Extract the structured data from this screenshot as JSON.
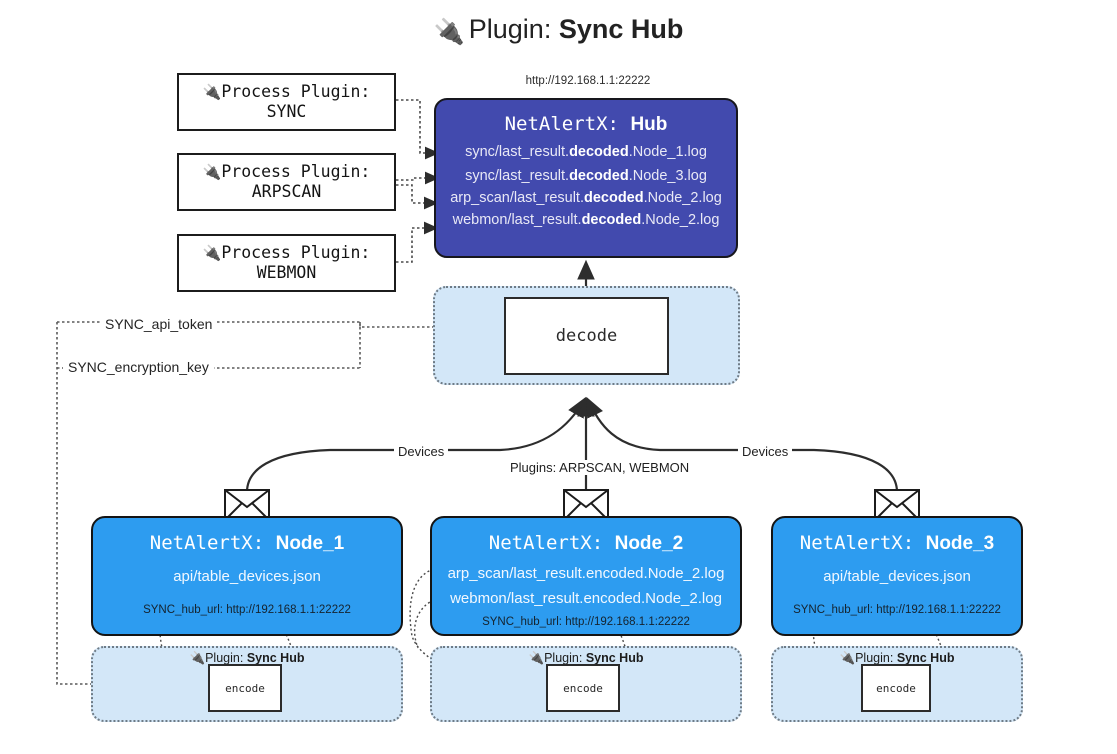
{
  "page": {
    "title_prefix": "Plugin:",
    "title_name": "Sync Hub",
    "plug_icon": "plug-icon",
    "hub_url": "http://192.168.1.1:22222"
  },
  "process_plugins": [
    {
      "line1": "Process Plugin:",
      "line2": "SYNC"
    },
    {
      "line1": "Process Plugin:",
      "line2": "ARPSCAN"
    },
    {
      "line1": "Process Plugin:",
      "line2": "WEBMON"
    }
  ],
  "hub": {
    "title_prefix": "NetAlertX:",
    "title_name": "Hub",
    "logs": [
      {
        "pre": "sync/last_result.",
        "mid": "decoded",
        "post": ".Node_1.log"
      },
      {
        "pre": "sync/last_result.",
        "mid": "decoded",
        "post": ".Node_3.log"
      },
      {
        "pre": "arp_scan/last_result.",
        "mid": "decoded",
        "post": ".Node_2.log"
      },
      {
        "pre": "webmon/last_result.",
        "mid": "decoded",
        "post": ".Node_2.log"
      }
    ]
  },
  "decode": {
    "label": "decode"
  },
  "settings": {
    "api_token": "SYNC_api_token",
    "encryption_key": "SYNC_encryption_key"
  },
  "edges": {
    "devices_left": "Devices",
    "devices_right": "Devices",
    "plugins_center": "Plugins: ARPSCAN, WEBMON"
  },
  "nodes": [
    {
      "title_prefix": "NetAlertX:",
      "title_name": "Node_1",
      "lines": [
        "api/table_devices.json"
      ],
      "hub_url_label": "SYNC_hub_url: http://192.168.1.1:22222",
      "mail_icon": "envelope-icon",
      "strip": {
        "plugin_prefix": "Plugin:",
        "plugin_name": "Sync Hub",
        "encode_label": "encode",
        "plug_icon": "plug-icon"
      }
    },
    {
      "title_prefix": "NetAlertX:",
      "title_name": "Node_2",
      "lines": [
        "arp_scan/last_result.encoded.Node_2.log",
        "webmon/last_result.encoded.Node_2.log"
      ],
      "hub_url_label": "SYNC_hub_url: http://192.168.1.1:22222",
      "mail_icon": "envelope-icon",
      "strip": {
        "plugin_prefix": "Plugin:",
        "plugin_name": "Sync Hub",
        "encode_label": "encode",
        "plug_icon": "plug-icon"
      }
    },
    {
      "title_prefix": "NetAlertX:",
      "title_name": "Node_3",
      "lines": [
        "api/table_devices.json"
      ],
      "hub_url_label": "SYNC_hub_url: http://192.168.1.1:22222",
      "mail_icon": "envelope-icon",
      "strip": {
        "plugin_prefix": "Plugin:",
        "plugin_name": "Sync Hub",
        "encode_label": "encode",
        "plug_icon": "plug-icon"
      }
    }
  ],
  "colors": {
    "hub_fill": "#424aae",
    "node_fill": "#2d9cf0",
    "strip_fill": "#d3e7f8",
    "stroke": "#1c1c1c"
  }
}
